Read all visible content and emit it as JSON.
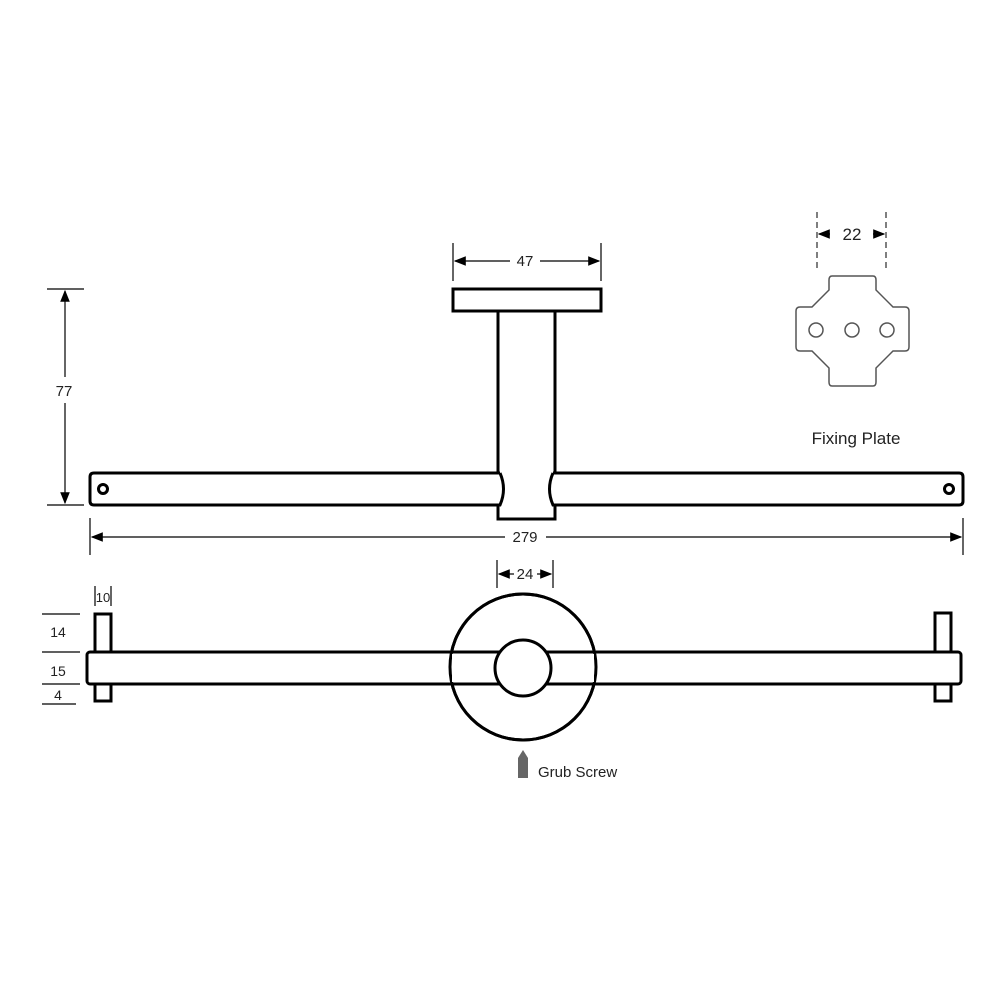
{
  "dimensions": {
    "height": "77",
    "plate_width": "47",
    "overall_length": "279",
    "bar_diameter": "24",
    "post_width": "10",
    "post_top": "14",
    "bar_thickness": "15",
    "post_bottom": "4",
    "fixing_plate_width": "22"
  },
  "labels": {
    "fixing_plate": "Fixing Plate",
    "grub_screw": "Grub Screw"
  }
}
